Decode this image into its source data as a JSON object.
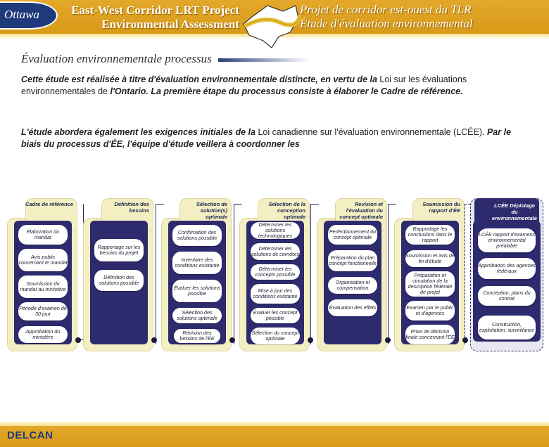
{
  "header": {
    "logo": "Ottawa",
    "title_en_1": "East-West Corridor LRT Project",
    "title_en_2": "Environmental Assessment",
    "title_fr_1": "Projet de corridor est-ouest du TLR",
    "title_fr_2": "Étude d'évaluation environnemental"
  },
  "section_title": "Évaluation environnementale processus",
  "paragraphs": {
    "p1_a": "Cette étude est réalisée à titre d'évaluation environnementale distincte, en vertu de la ",
    "p1_b": "Loi sur les évaluations environnementales de ",
    "p1_c": "l'Ontario. La première étape du processus consiste à élaborer le Cadre de référence.",
    "p2_a": "L'étude abordera également les exigences initiales de la ",
    "p2_b": "Loi canadienne sur l'évaluation environnementale (LCÉE). ",
    "p2_c": "Par le biais du processus d'ÉE, l'équipe d'étude veillera à coordonner les"
  },
  "stages": [
    {
      "label": "Cadre de référence",
      "items": [
        "Élaboration du mandat",
        "Avis public concernant le mandat",
        "Soumission du mandat au ministère",
        "Période d'examen de 30 jour",
        "Approbation du ministère"
      ]
    },
    {
      "label": "Définition des besoins",
      "items": [
        "Rapportage sur les besoins du projet",
        "Définition des solutions possible"
      ]
    },
    {
      "label": "Sélection de solution(s) optimale",
      "items": [
        "Confirmation des solutions possible",
        "Inventaire des conditions existante",
        "Évaluer les solutions possible",
        "Sélection des solutions optimale",
        "Révision des besoins de l'ÉE"
      ]
    },
    {
      "label": "Sélection de la conception optimale",
      "items": [
        "Déterminer les solutions technologiques",
        "Déterminer les solutions de corridors",
        "Déterminer les concepts possible",
        "Mise à jour des conditions existante",
        "Évaluer les concept possible",
        "Sélection du concept optimale"
      ]
    },
    {
      "label": "Revision et l'évaluation du concept optimale",
      "items": [
        "Perfectionnement du concept optimale",
        "Préparation du plan concept fonctionnelle",
        "Organisation et compensation",
        "Évaluation des effets"
      ]
    },
    {
      "label": "Soumission du rapport d'ÉE",
      "items": [
        "Rapportage les conclusions dans le rapport",
        "Soumission et avis de fin d'étude",
        "Préparation et circulation de la description fédérale de projet",
        "Examen par le public et d'agences",
        "Prise de décision finale concernant l'ÉE"
      ]
    },
    {
      "label": "LCÉE Dépistage du environnementale",
      "items": [
        "LCÉE rapport d'examens environnemental préalable",
        "Approbation des agences fédéraux",
        "Conception, plans du contrat",
        "Construction, exploitation, surveillance"
      ]
    }
  ],
  "footer": {
    "brand": "DELCAN"
  },
  "colors": {
    "gold": "#e3a82a",
    "navy": "#2e2a6e",
    "cream": "#f4efc2",
    "brand_blue": "#1e3a7b"
  }
}
